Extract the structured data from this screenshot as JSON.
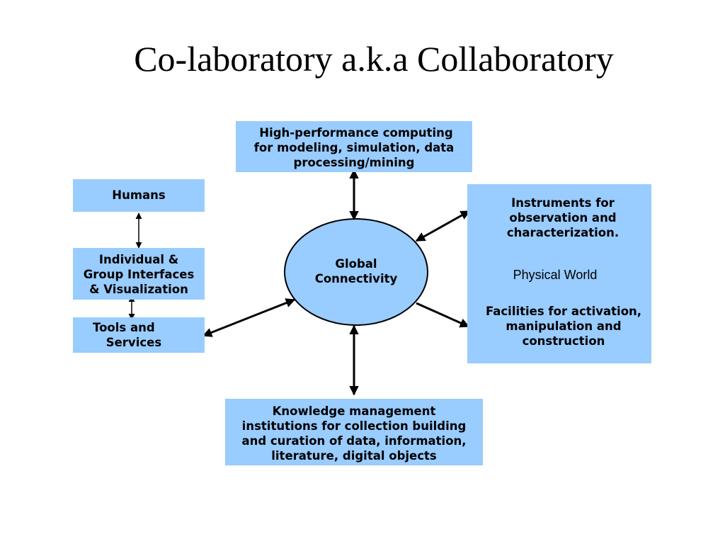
{
  "slide": {
    "title": "Co-laboratory a.k.a Collaboratory"
  },
  "diagram": {
    "hpc": [
      "High-performance computing",
      "for modeling, simulation, data",
      "processing/mining"
    ],
    "humans": [
      "Humans"
    ],
    "interfaces": [
      "Individual &",
      "Group Interfaces",
      "& Visualization"
    ],
    "tools": [
      "Tools and",
      "     Services"
    ],
    "globe": [
      "Global",
      "Connectivity"
    ],
    "physical": {
      "instruments": [
        "Instruments for",
        "observation and",
        "characterization."
      ],
      "world": "Physical World",
      "facilities": [
        "Facilities for activation,",
        "manipulation and",
        "construction"
      ]
    },
    "knowledge": [
      "Knowledge management",
      "institutions for collection building",
      "and curation of data, information,",
      "literature, digital objects"
    ]
  }
}
